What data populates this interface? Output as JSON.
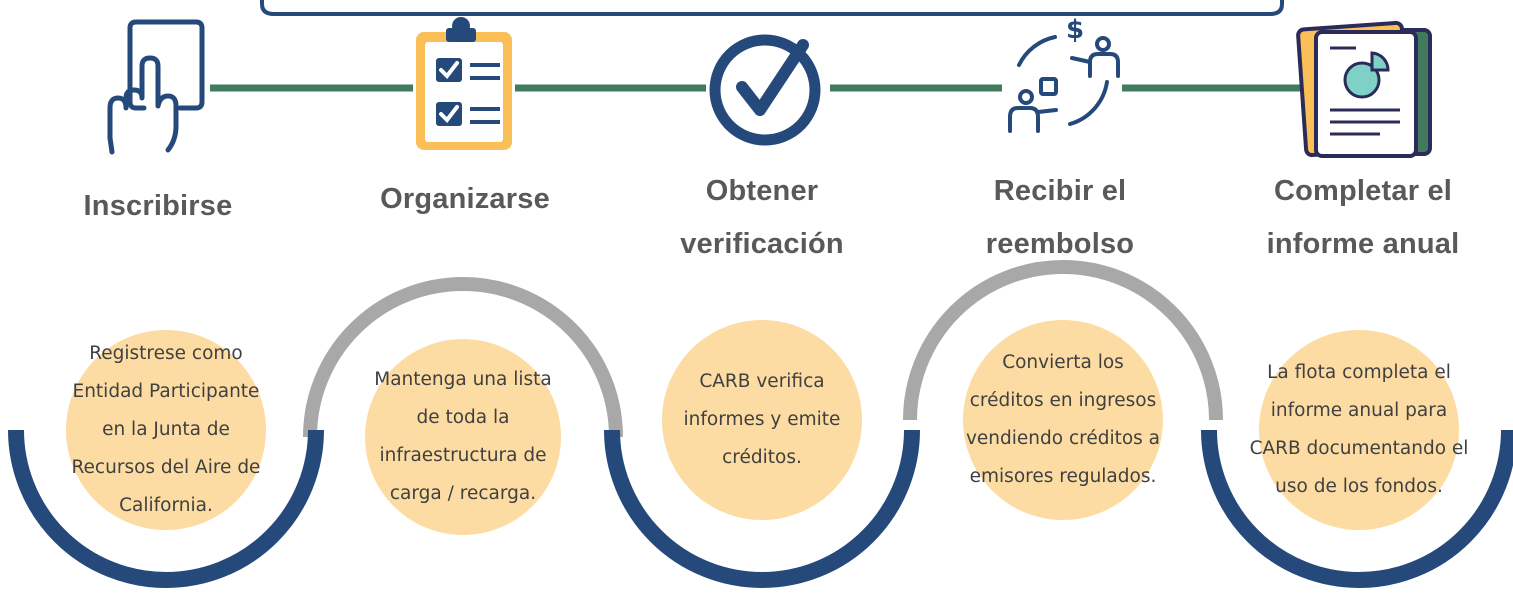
{
  "steps": [
    {
      "title": [
        "Inscribirse"
      ],
      "description": [
        "Registrese como",
        "Entidad Participante",
        "en la Junta de",
        "Recursos del Aire de",
        "California."
      ],
      "icon": "touch-phone-icon"
    },
    {
      "title": [
        "Organizarse"
      ],
      "description": [
        "Mantenga una lista",
        "de toda la",
        "infraestructura de",
        "carga / recarga."
      ],
      "icon": "checklist-clipboard-icon"
    },
    {
      "title": [
        "Obtener",
        "verificación"
      ],
      "description": [
        "CARB verifica",
        "informes y emite",
        "créditos."
      ],
      "icon": "check-circle-icon"
    },
    {
      "title": [
        "Recibir el",
        "reembolso"
      ],
      "description": [
        "Convierta los",
        "créditos en ingresos",
        "vendiendo créditos a",
        "emisores regulados."
      ],
      "icon": "money-exchange-icon"
    },
    {
      "title": [
        "Completar el",
        "informe anual"
      ],
      "description": [
        "La flota completa el",
        "informe anual para",
        "CARB documentando el",
        "uso de los fondos."
      ],
      "icon": "report-documents-icon"
    }
  ],
  "colors": {
    "navy": "#24497a",
    "green": "#417a5c",
    "gray_arc": "#a8a8a8",
    "peach": "#fcdca3",
    "orange": "#fbbf57",
    "title_text": "#595959",
    "body_text": "#404040"
  }
}
